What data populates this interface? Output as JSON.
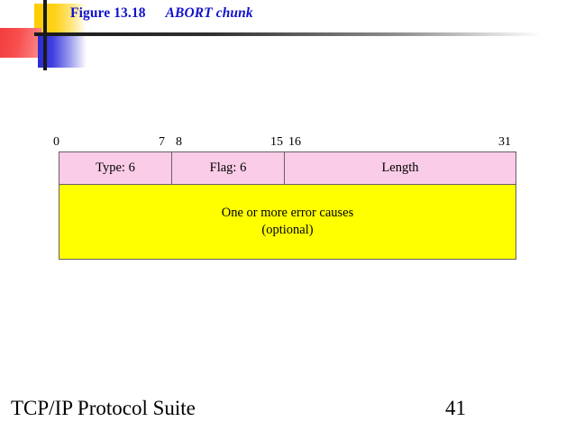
{
  "slide": {
    "title": {
      "figure_number": "Figure 13.18",
      "figure_name": "ABORT chunk"
    },
    "footer": {
      "course_title": "TCP/IP Protocol Suite",
      "page_number": "41"
    }
  },
  "diagram": {
    "type": "packet-format",
    "bit_ruler": {
      "labels": [
        "0",
        "7",
        "8",
        "15",
        "16",
        "31"
      ]
    },
    "header_fields": [
      {
        "label": "Type: 6",
        "bits": "0-7"
      },
      {
        "label": "Flag: 6",
        "bits": "8-15"
      },
      {
        "label": "Length",
        "bits": "16-31"
      }
    ],
    "payload": {
      "line1": "One or more error causes",
      "line2": "(optional)"
    },
    "colors": {
      "header_fill": "#FBCCE7",
      "payload_fill": "#FFFF00",
      "border": "#666066",
      "title_text": "#1111CC"
    }
  }
}
